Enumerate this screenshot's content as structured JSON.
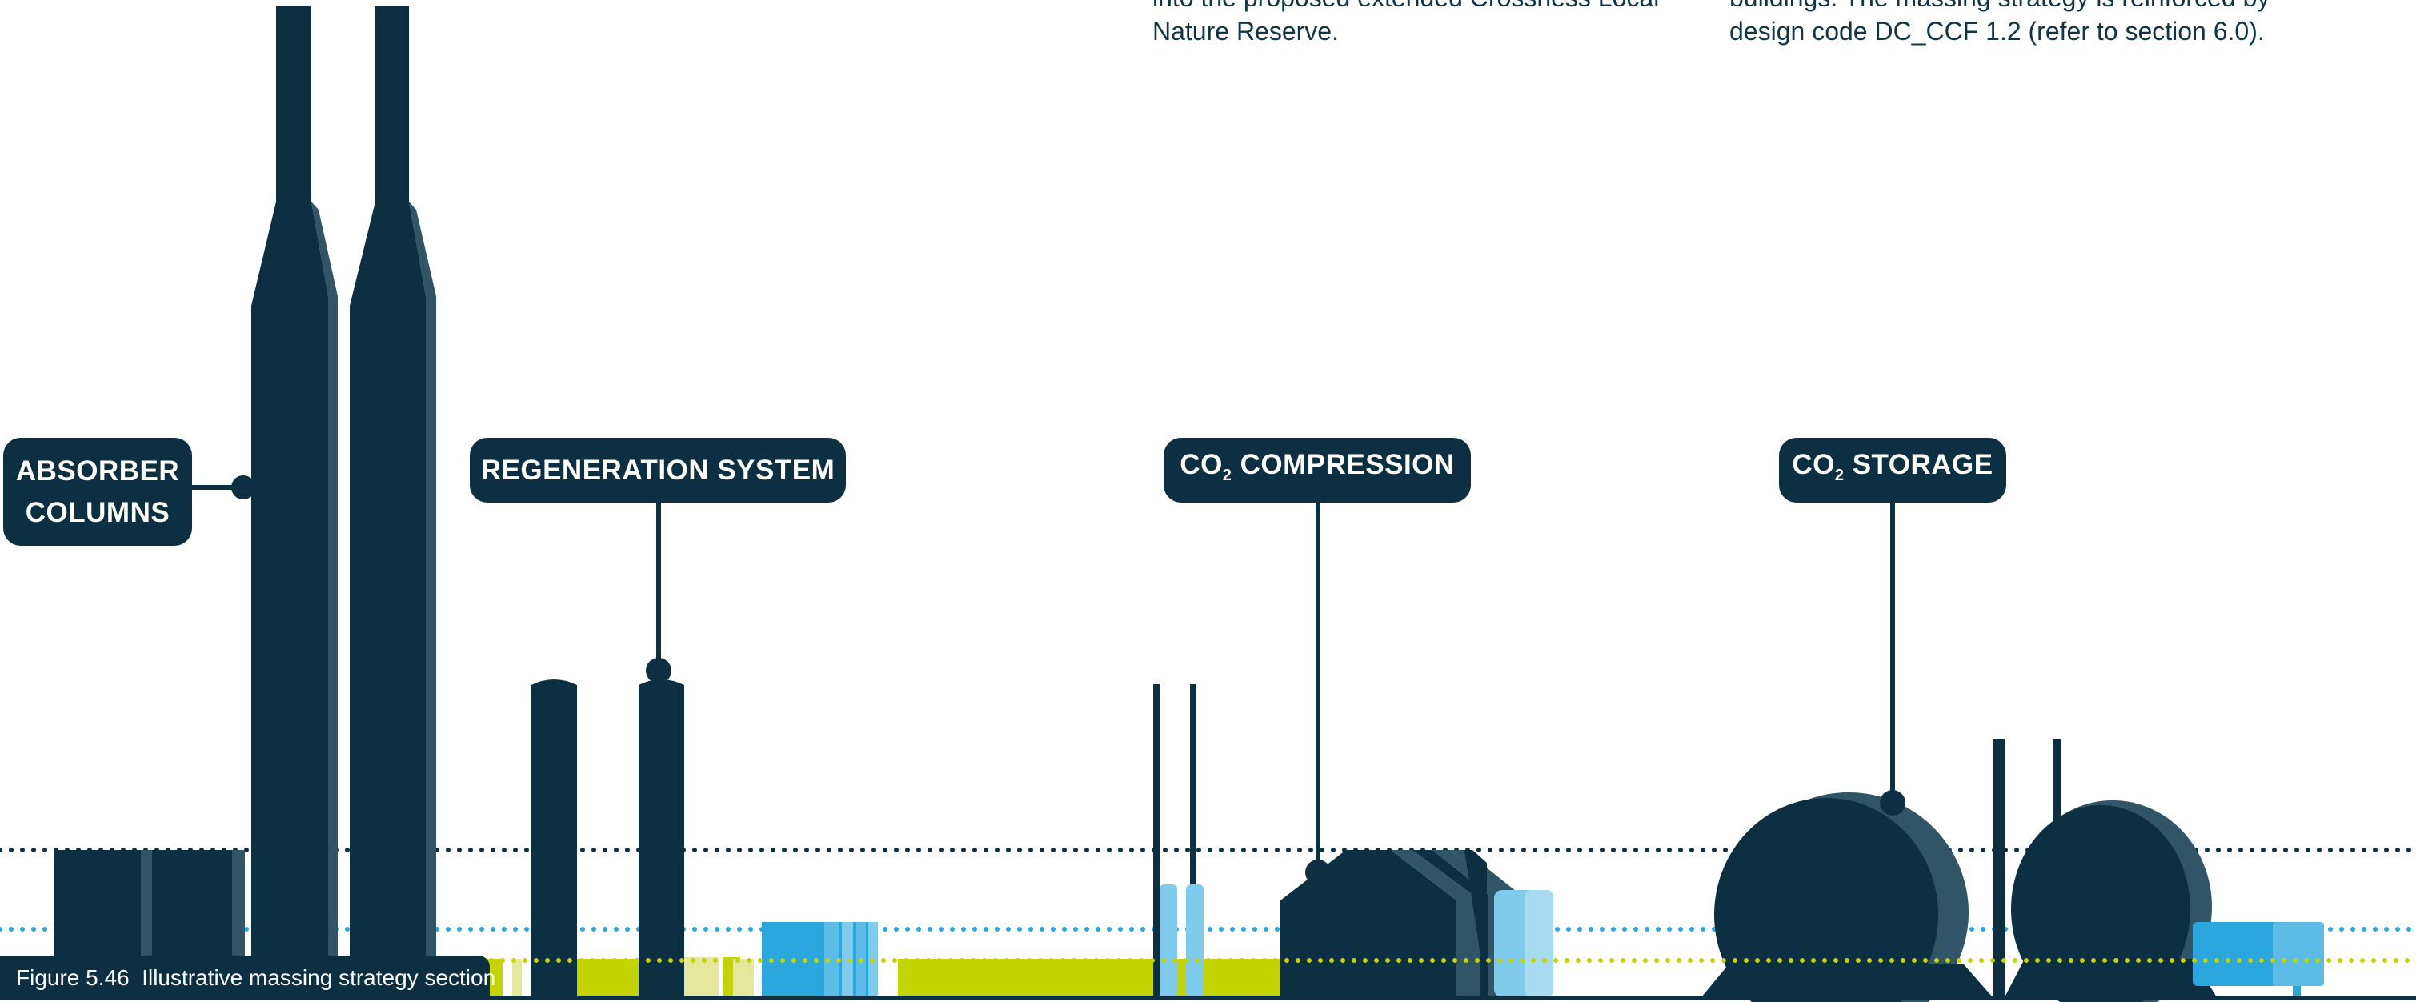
{
  "text_blocks": [
    {
      "lines": [
        "into the proposed extended Crossness Local",
        "Nature Reserve."
      ]
    },
    {
      "lines": [
        "buildings. The massing strategy is reinforced by",
        "design code DC_CCF 1.2 (refer to section 6.0)."
      ]
    }
  ],
  "callouts": {
    "absorber": {
      "line1": "ABSORBER",
      "line2": "COLUMNS"
    },
    "regeneration": {
      "label": "REGENERATION SYSTEM"
    },
    "compression": {
      "prefix": "CO",
      "subscript": "2",
      "label": " COMPRESSION"
    },
    "storage": {
      "prefix": "CO",
      "subscript": "2",
      "label": " STORAGE"
    }
  },
  "caption": {
    "number": "Figure 5.46",
    "title": "Illustrative massing strategy section"
  },
  "colors": {
    "navy": "#0c2f42",
    "slate": "#2f5566",
    "sky_blue": "#2aa7dd",
    "pale_blue": "#7fcbec",
    "lime": "#c4d400",
    "pale_lime": "#e4e89a"
  },
  "reference_lines": [
    {
      "style": "dotted",
      "color": "#0c2f42"
    },
    {
      "style": "dotted",
      "color": "#2aa7dd"
    },
    {
      "style": "dotted",
      "color": "#c4d400"
    }
  ]
}
